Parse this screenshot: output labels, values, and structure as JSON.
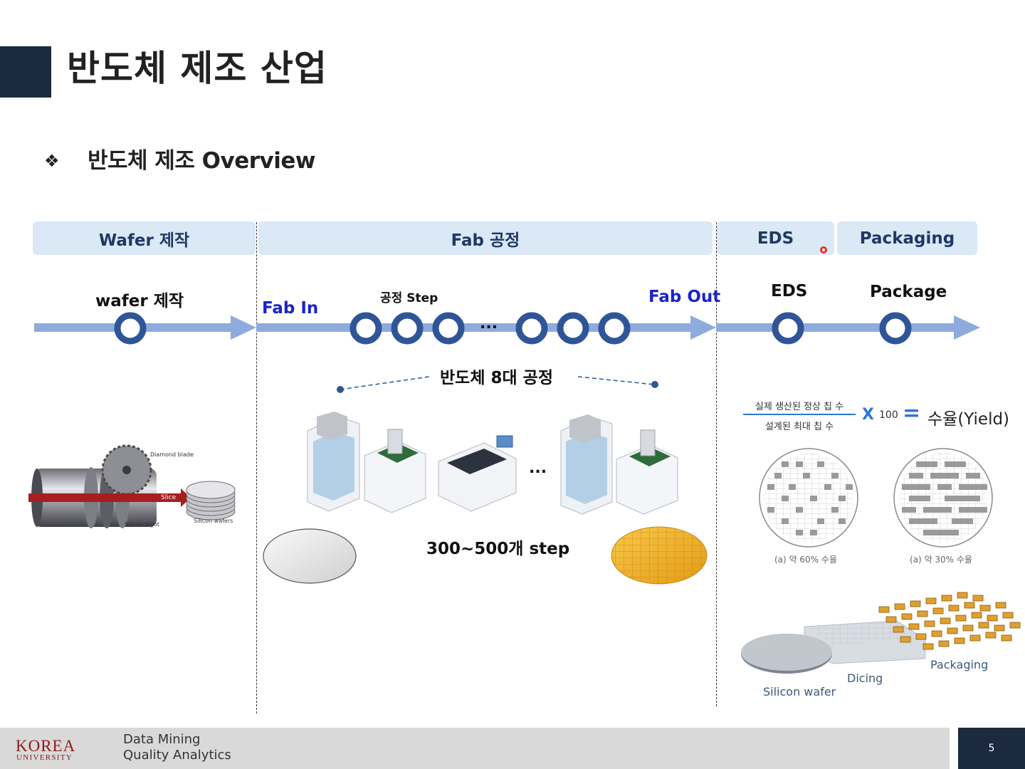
{
  "page": {
    "title": "반도체 제조 산업",
    "bullet": "❖",
    "subtitle": "반도체 제조 Overview",
    "page_number": "5"
  },
  "phases": {
    "wafer": "Wafer 제작",
    "fab": "Fab 공정",
    "eds": "EDS",
    "packaging": "Packaging"
  },
  "flow": {
    "wafer_label": "wafer 제작",
    "fab_in": "Fab In",
    "process_step": "공정 Step",
    "ellipsis": "...",
    "fab_out": "Fab Out",
    "eds_label": "EDS",
    "package_label": "Package"
  },
  "fab": {
    "eight_process": "반도체 8대 공정",
    "step_count": "300~500개 step",
    "equipment_ellipsis": "..."
  },
  "wafer_fig": {
    "diamond_blade": "Diamond blade",
    "slice": "Slice",
    "ingot": "Silicon ingot",
    "wafers": "Silicon wafers"
  },
  "yield": {
    "numerator": "실제 생산된 정상 칩 수",
    "denominator": "설계된 최대 칩 수",
    "times": "X",
    "hundred": "100",
    "equals": "=",
    "result": "수율(Yield)",
    "caption_a": "(a) 약 60% 수율",
    "caption_b": "(a) 약 30% 수율"
  },
  "package_fig": {
    "silicon_wafer": "Silicon wafer",
    "dicing": "Dicing",
    "packaging": "Packaging"
  },
  "footer": {
    "korea": "KOREA",
    "university": "UNIVERSITY",
    "lab_line1": "Data Mining",
    "lab_line2": "Quality Analytics"
  },
  "colors": {
    "navy": "#1b2a3f",
    "phase_fill": "#dbe8f5",
    "phase_text": "#1f3864",
    "arrow": "#8faadc",
    "node": "#2f5597",
    "link_blue": "#1a24c8",
    "wafer_gold": "#f2b431"
  }
}
